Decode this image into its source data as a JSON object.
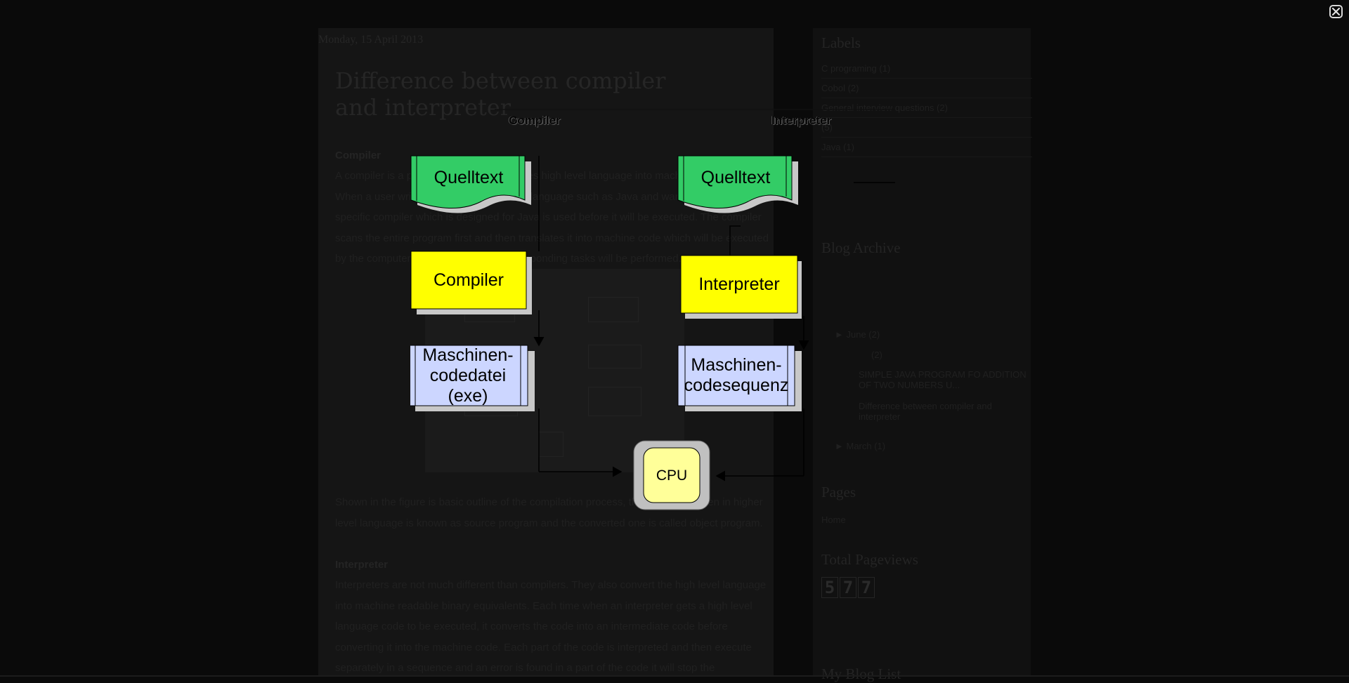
{
  "blog": {
    "date": "Monday, 15 April 2013",
    "post_title": "Difference between compiler and interpreter",
    "compiler_heading": "Compiler",
    "compiler_lines": [
      "A compiler is a piece of code that translates high level language into machine language.",
      "When a user writes a code in a high level language such as Java and wants it to execute,",
      "specific compiler which is designed for Java is used before it will be executed. The compiler",
      "scans the entire program first and then translates it into machine code which will be executed",
      "by the computer processor and the corresponding tasks will be performed."
    ],
    "figure_caption_lines": [
      "Shown in the figure is basic outline of the compilation process, the program written in higher",
      "level language is known as source program and the converted one is called object program."
    ],
    "interpreter_heading": "Interpreter",
    "interpreter_lines": [
      "Interpreters are not much different than compilers. They also convert the high level language",
      "into machine readable binary equivalents. Each time when an interpreter gets a high level",
      "language code to be executed, it converts the code into an intermediate code before",
      "converting it into the machine code. Each part of the code is interpreted and then execute",
      "separately in a sequence and an error is found in a part of the code it will stop the"
    ]
  },
  "sidebar": {
    "labels_heading": "Labels",
    "labels": [
      {
        "name": "C programing",
        "count": "(1)"
      },
      {
        "name": "Cobol",
        "count": "(2)"
      },
      {
        "name": "General interview questions",
        "count": "(2)"
      },
      {
        "name": "",
        "count": "(5)"
      },
      {
        "name": "Java",
        "count": "(1)"
      }
    ],
    "archive_heading": "Blog Archive",
    "archive": {
      "june": "June (2)",
      "april_count": "(2)",
      "post1": "SIMPLE JAVA PROGRAM FO ADDITION OF TWO NUMBERS U...",
      "post2": "Difference between compiler and interpreter",
      "march": "March (1)"
    },
    "pages_heading": "Pages",
    "home_link": "Home",
    "pageviews_heading": "Total Pageviews",
    "pageviews_digits": [
      "5",
      "7",
      "7"
    ],
    "bloglist_heading": "My Blog List"
  },
  "lightbox": {
    "close_icon": "close-icon",
    "diagram": {
      "compiler_label": "Compiler",
      "interpreter_label": "Interpreter",
      "source_left": "Quelltext",
      "source_right": "Quelltext",
      "compiler_box": "Compiler",
      "interpreter_box": "Interpreter",
      "exe_box": "Maschinen-\ncodedatei\n(exe)",
      "seq_box": "Maschinen-\ncodesequenz",
      "cpu": "CPU",
      "colors": {
        "source": "#33cc66",
        "process": "#ffff00",
        "output": "#ccd6ff",
        "cpu": "#ffff99",
        "shadow": "#c8c8c8"
      }
    }
  }
}
